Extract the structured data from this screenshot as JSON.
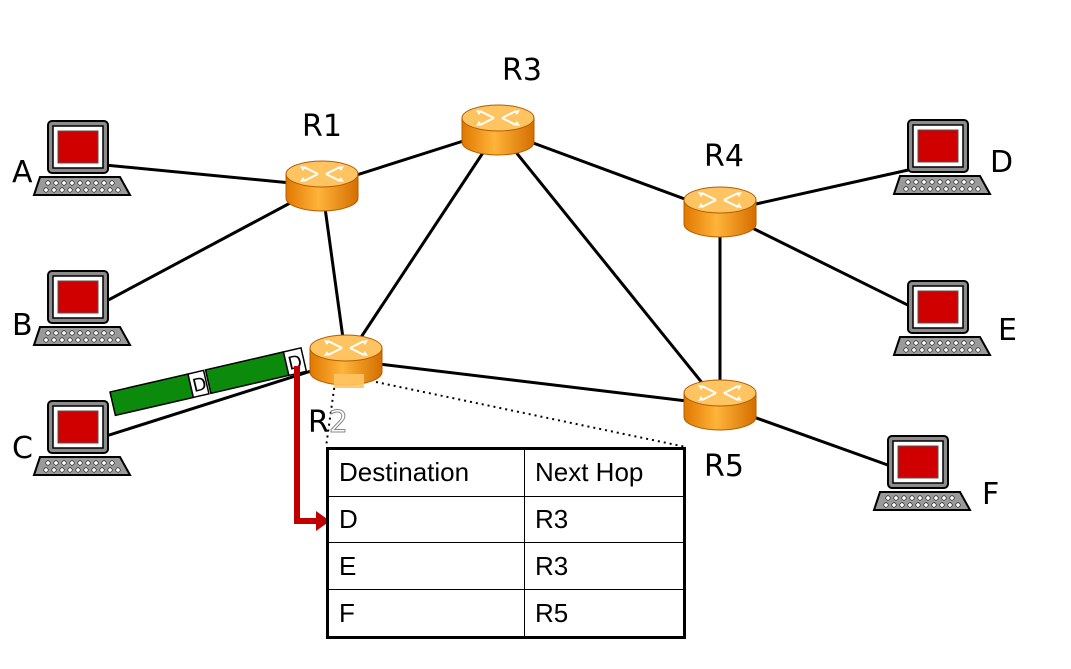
{
  "hosts": [
    {
      "id": "A",
      "label": "A"
    },
    {
      "id": "B",
      "label": "B"
    },
    {
      "id": "C",
      "label": "C"
    },
    {
      "id": "D",
      "label": "D"
    },
    {
      "id": "E",
      "label": "E"
    },
    {
      "id": "F",
      "label": "F"
    }
  ],
  "routers": [
    {
      "id": "R1",
      "label": "R1"
    },
    {
      "id": "R2",
      "label_prefix": "R",
      "label_suffix": "2"
    },
    {
      "id": "R3",
      "label": "R3"
    },
    {
      "id": "R4",
      "label": "R4"
    },
    {
      "id": "R5",
      "label": "R5"
    }
  ],
  "links": [
    [
      "A",
      "R1"
    ],
    [
      "B",
      "R1"
    ],
    [
      "C",
      "R2"
    ],
    [
      "R1",
      "R3"
    ],
    [
      "R1",
      "R2"
    ],
    [
      "R2",
      "R3"
    ],
    [
      "R3",
      "R4"
    ],
    [
      "R3",
      "R5"
    ],
    [
      "R2",
      "R5"
    ],
    [
      "R4",
      "R5"
    ],
    [
      "R4",
      "D"
    ],
    [
      "R4",
      "E"
    ],
    [
      "R5",
      "F"
    ]
  ],
  "packets": [
    {
      "dest_label": "D"
    },
    {
      "dest_label": "D"
    }
  ],
  "routing_table": {
    "router": "R2",
    "headers": [
      "Destination",
      "Next Hop"
    ],
    "rows": [
      [
        "D",
        "R3"
      ],
      [
        "E",
        "R3"
      ],
      [
        "F",
        "R5"
      ]
    ],
    "highlighted_row": 0
  },
  "colors": {
    "router_fill": "#f39200",
    "router_highlight": "#ffc462",
    "packet_fill": "#0b8a0b",
    "screen_red": "#d10000",
    "arrow": "#c00000",
    "link": "#000000"
  }
}
